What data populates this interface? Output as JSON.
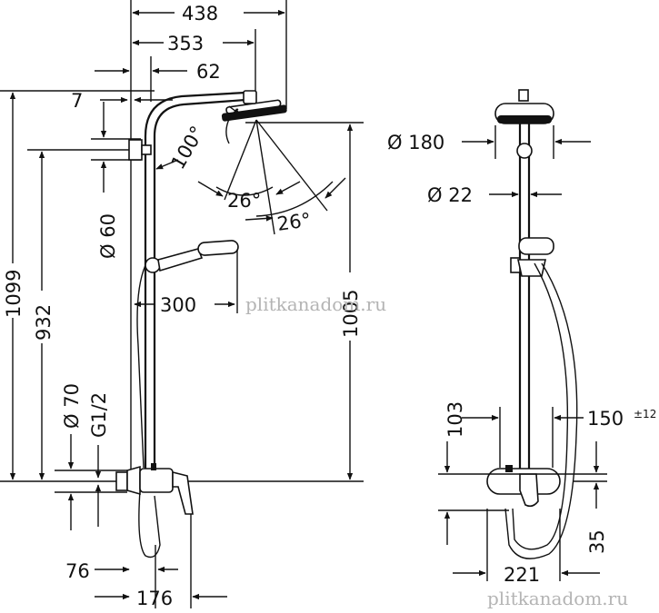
{
  "drawing": {
    "front_view": {
      "dims": {
        "d438": "438",
        "d353": "353",
        "d62": "62",
        "d7": "7",
        "d100deg": "100°",
        "d26deg_a": "26°",
        "d26deg_b": "26°",
        "d60": "Ø 60",
        "d300": "300",
        "d1099": "1099",
        "d932": "932",
        "d1005": "1005",
        "d70": "Ø 70",
        "g12": "G1/2",
        "d76": "76",
        "d176": "176"
      }
    },
    "side_view": {
      "dims": {
        "d180": "Ø 180",
        "d22": "Ø 22",
        "d103": "103",
        "d150": "150",
        "tol": "±12",
        "d35": "35",
        "d221": "221"
      }
    },
    "watermarks": [
      "plitkanadom.ru",
      "plitkanadom.ru"
    ],
    "colors": {
      "ink": "#111111",
      "watermark": "#b4b4b4",
      "background": "#ffffff"
    }
  }
}
